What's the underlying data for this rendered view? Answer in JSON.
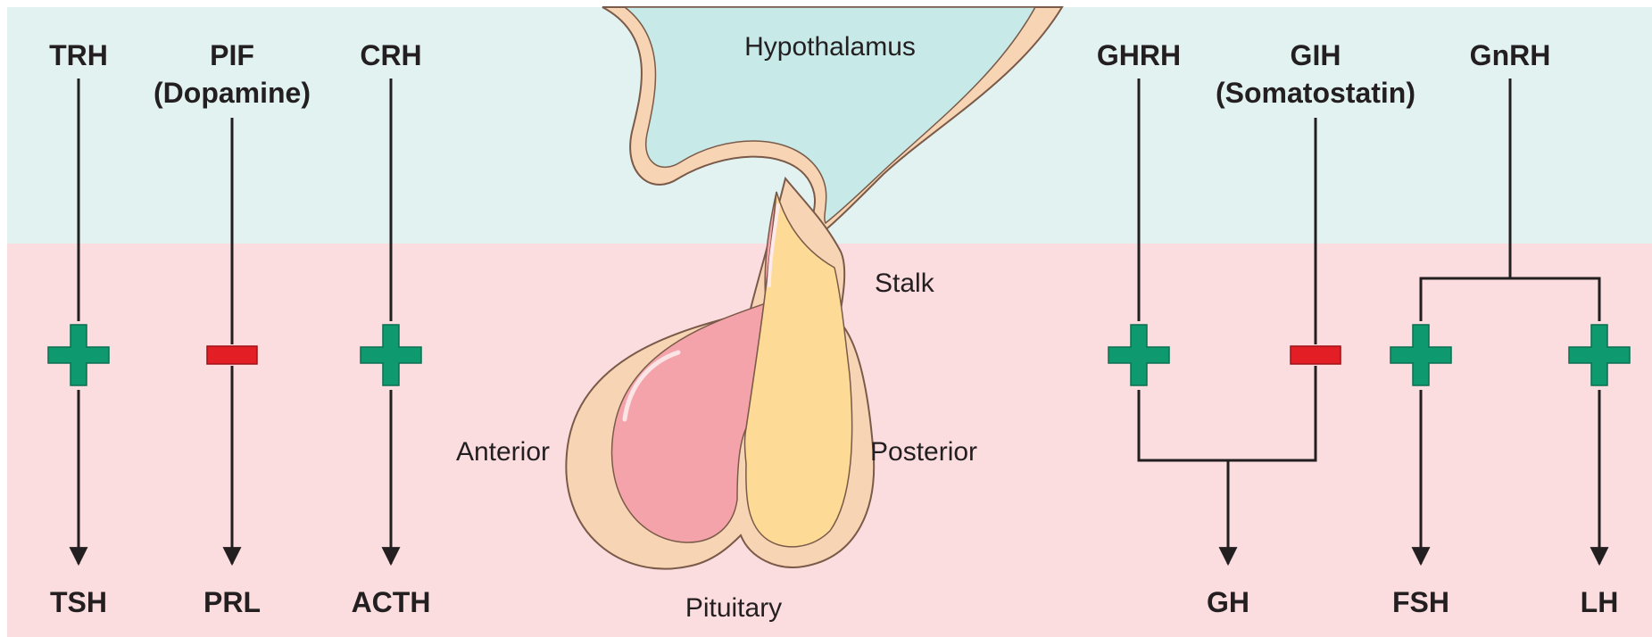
{
  "colors": {
    "hypothalamus_band": "#e2f2f1",
    "pituitary_band": "#fbdde0",
    "hypothalamus_fill": "#c7e9e8",
    "tissue_rim": "#f7d4b4",
    "tissue_outline": "#7a5a48",
    "anterior_lobe": "#f5a3aa",
    "posterior_lobe": "#fdda95",
    "stimulate": "#0e9a6e",
    "inhibit": "#e31e25",
    "line": "#231f20"
  },
  "anatomy": {
    "hypothalamus": "Hypothalamus",
    "stalk": "Stalk",
    "anterior": "Anterior",
    "posterior": "Posterior",
    "pituitary": "Pituitary"
  },
  "pathways": [
    {
      "releasing": [
        "TRH"
      ],
      "effect": "stimulate",
      "effect_icon": "plus-icon",
      "target": "TSH"
    },
    {
      "releasing": [
        "PIF",
        "(Dopamine)"
      ],
      "effect": "inhibit",
      "effect_icon": "minus-icon",
      "target": "PRL"
    },
    {
      "releasing": [
        "CRH"
      ],
      "effect": "stimulate",
      "effect_icon": "plus-icon",
      "target": "ACTH"
    },
    {
      "releasing": [
        "GHRH"
      ],
      "effect": "stimulate",
      "effect_icon": "plus-icon",
      "target": "GH"
    },
    {
      "releasing": [
        "GIH",
        "(Somatostatin)"
      ],
      "effect": "inhibit",
      "effect_icon": "minus-icon",
      "target": "GH"
    },
    {
      "releasing": [
        "GnRH"
      ],
      "effect": "stimulate",
      "effect_icon": "plus-icon",
      "target": "FSH"
    },
    {
      "releasing": [
        "GnRH"
      ],
      "effect": "stimulate",
      "effect_icon": "plus-icon",
      "target": "LH"
    }
  ]
}
